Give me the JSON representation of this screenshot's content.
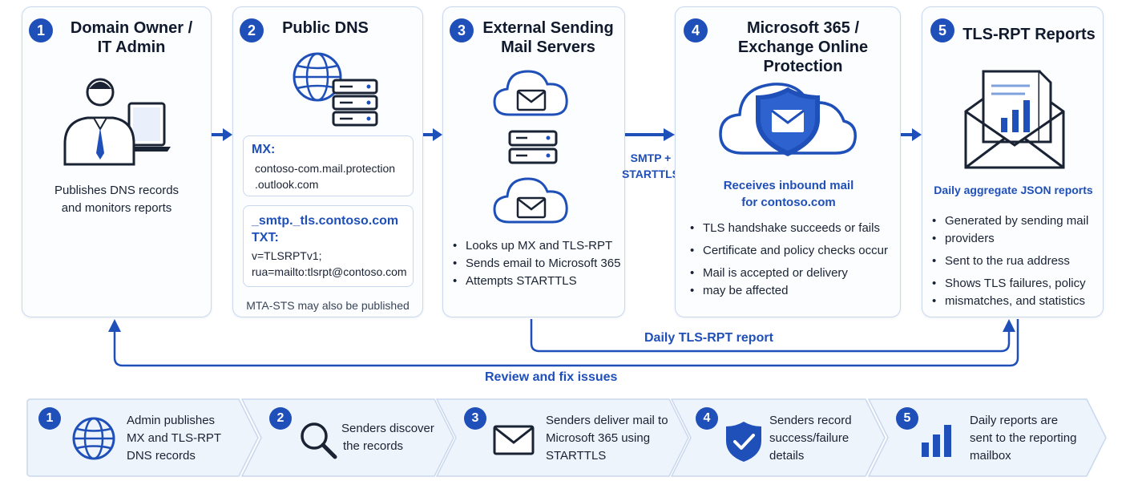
{
  "panels": [
    {
      "num": "1",
      "title_line1": "Domain Owner /",
      "title_line2": "IT Admin",
      "desc_line1": "Publishes DNS records",
      "desc_line2": "and monitors reports"
    },
    {
      "num": "2",
      "title": "Public DNS",
      "mx_label": "MX:",
      "mx_line1": "contoso-com.mail.protection",
      "mx_line2": ".outlook.com",
      "txt_label_line1": "_smtp._tls.contoso.com",
      "txt_label_line2": "TXT:",
      "txt_line1": "v=TLSRPTv1;",
      "txt_line2": "rua=mailto:tlsrpt@contoso.com",
      "footnote": "MTA-STS may also be published"
    },
    {
      "num": "3",
      "title_line1": "External Sending",
      "title_line2": "Mail Servers",
      "bullets": [
        "Looks up MX and TLS-RPT",
        "Sends email to Microsoft 365",
        "Attempts STARTTLS"
      ]
    },
    {
      "num": "4",
      "title_line1": "Microsoft 365 /",
      "title_line2": "Exchange Online Protection",
      "sub_line1": "Receives inbound mail",
      "sub_line2": "for contoso.com",
      "bullets": [
        "TLS handshake succeeds or fails",
        "Certificate and policy checks occur",
        "Mail is accepted or delivery",
        "may be affected"
      ]
    },
    {
      "num": "5",
      "title": "TLS-RPT Reports",
      "sub": "Daily aggregate JSON reports",
      "bullets": [
        "Generated by sending mail",
        "providers",
        "Sent to the rua address",
        "Shows TLS failures, policy",
        "mismatches, and statistics"
      ]
    }
  ],
  "connectors": {
    "smtp_line1": "SMTP +",
    "smtp_line2": "STARTTLS",
    "daily_report": "Daily TLS-RPT report",
    "review": "Review and fix issues"
  },
  "steps": [
    {
      "num": "1",
      "line1": "Admin publishes",
      "line2": "MX and TLS-RPT",
      "line3": "DNS records"
    },
    {
      "num": "2",
      "line1": "Senders discover",
      "line2": "the records",
      "line3": ""
    },
    {
      "num": "3",
      "line1": "Senders deliver mail to",
      "line2": "Microsoft 365 using",
      "line3": "STARTTLS"
    },
    {
      "num": "4",
      "line1": "Senders record",
      "line2": "success/failure",
      "line3": "details"
    },
    {
      "num": "5",
      "line1": "Daily reports are",
      "line2": "sent to the reporting",
      "line3": "mailbox"
    }
  ],
  "colors": {
    "accent": "#1f4fb8",
    "border": "#c9d8ee",
    "step_fill": "#eef4fc"
  },
  "icons": [
    "admin-laptop-icon",
    "globe-icon",
    "server-icon",
    "cloud-mail-icon",
    "shield-mail-cloud-icon",
    "report-envelope-icon",
    "magnifier-icon",
    "envelope-icon",
    "shield-check-icon",
    "bar-chart-icon"
  ]
}
